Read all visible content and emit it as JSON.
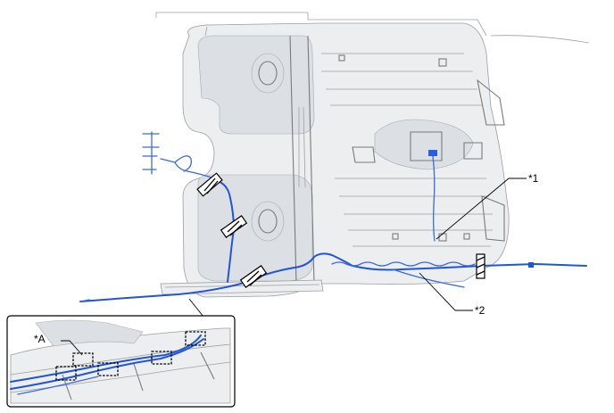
{
  "labels": {
    "callout_1": "*1",
    "callout_2": "*2",
    "callout_a": "*A"
  },
  "colors": {
    "harness": "#2255d6",
    "body_panel": "#eceef0",
    "body_outline": "#7a7a7a",
    "clamp_box": "#000000"
  }
}
